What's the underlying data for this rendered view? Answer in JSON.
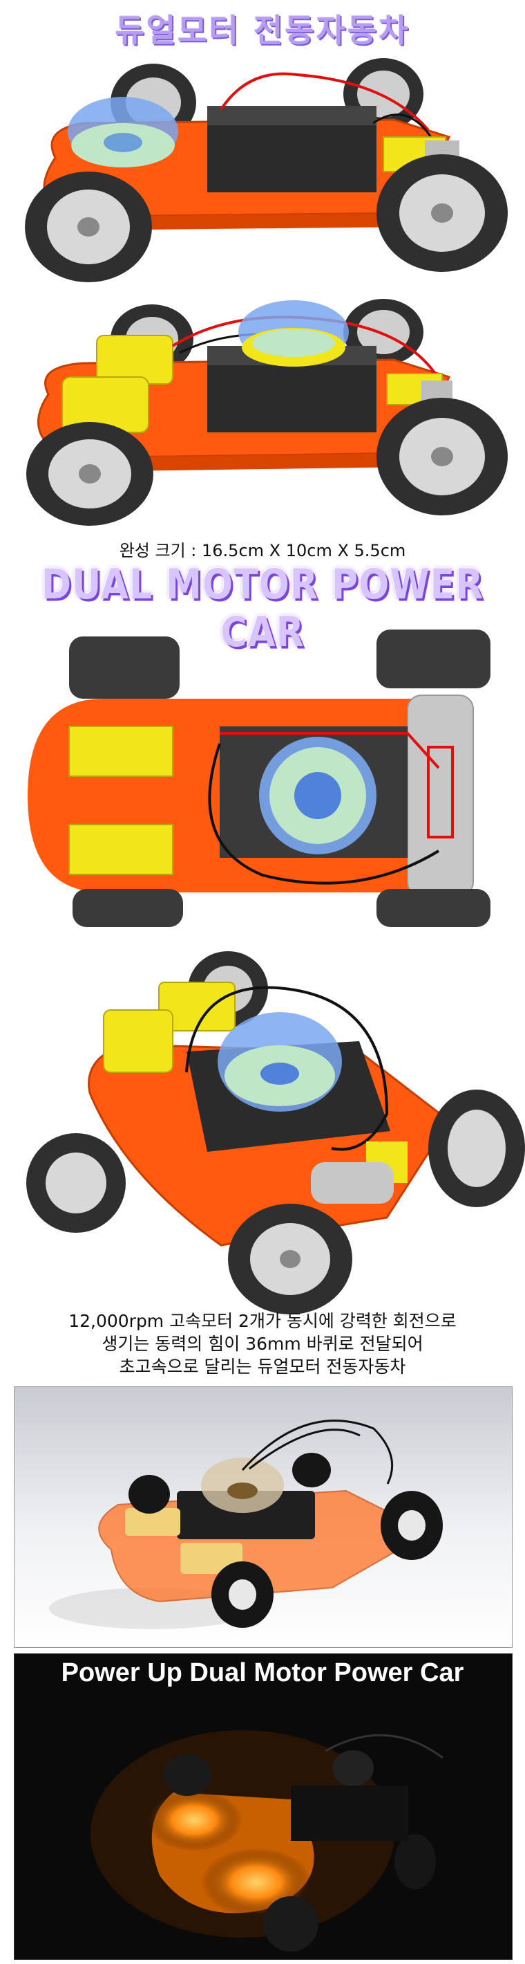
{
  "title_korean": "듀얼모터 전동자동차",
  "size_caption": "완성 크기 : 16.5cm X 10cm X 5.5cm",
  "title_english": "DUAL MOTOR POWER CAR",
  "description": [
    "12,000rpm 고속모터 2개가 동시에 강력한 회전으로",
    "생기는 동력의 힘이 36mm 바퀴로 전달되어",
    "초고속으로 달리는 듀얼모터 전동자동차"
  ],
  "banner": "Power Up Dual Motor Power Car",
  "colors": {
    "body_orange": "#ff5a10",
    "motor_yellow": "#f2e61a",
    "battery_black": "#2b2b2b",
    "dome_blue": "#7aa8ee",
    "title_purple": "#b79cf2"
  }
}
